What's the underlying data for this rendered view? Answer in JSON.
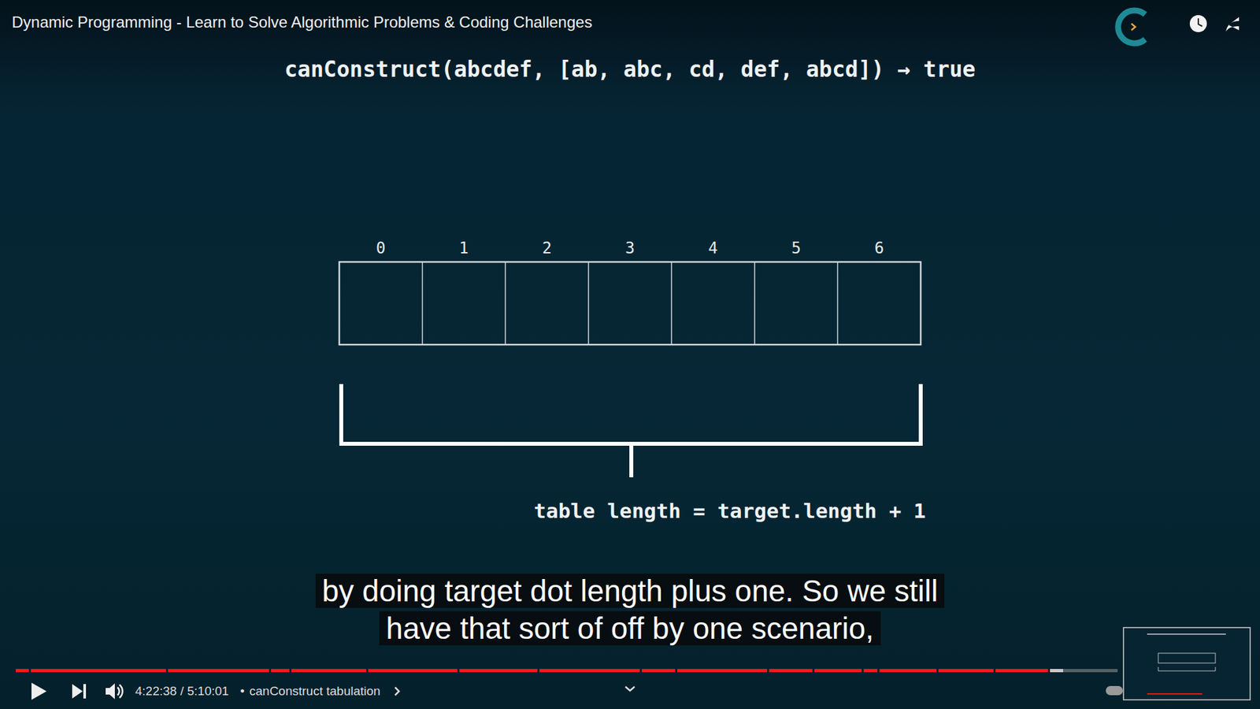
{
  "diagram": {
    "title": "canConstruct(abcdef, [ab, abc, cd, def, abcd]) → true",
    "caption": "by doing target dot length plus one. So we still have that sort of off by one scenario,",
    "labels": [
      "Dynamic Programming - Learn to Solve Algorithmic Problems & Coding Challenges",
      "0",
      "1",
      "2",
      "3",
      "4",
      "5",
      "6",
      "table length = target.length + 1",
      "4:22:38 / 5:10:01",
      "•",
      "canConstruct tabulation"
    ]
  }
}
